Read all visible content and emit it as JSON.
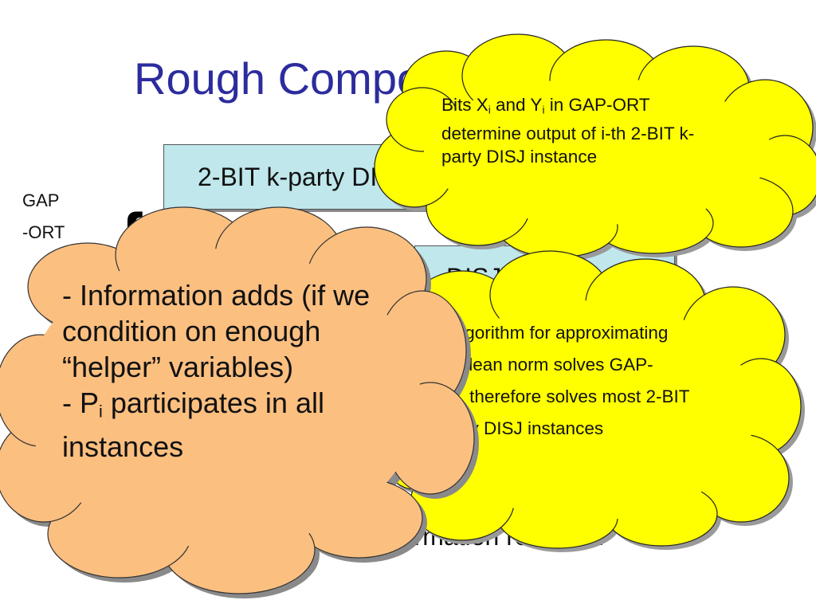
{
  "slide": {
    "title": "Rough Composition",
    "box1": "2-BIT k-party DISJ",
    "box2": "DISJ instance",
    "gap_line1": "GAP",
    "gap_line2": "-ORT",
    "dash": "-",
    "bottom": "information revealed",
    "cloud1": {
      "part1": "Bits X",
      "sub1": "i",
      "part2": " and Y",
      "sub2": "i",
      "part3": " in GAP-ORT determine output of i-th 2-BIT k-party DISJ instance"
    },
    "cloud2": "An algorithm for approximating Euclidean norm solves GAP-ORT, therefore solves most 2-BIT k-party DISJ instances",
    "cloud3": {
      "line1": "- Information adds (if we condition on enough “helper” variables)",
      "line2a": "- P",
      "line2sub": "i",
      "line2b": " participates in all instances"
    }
  },
  "colors": {
    "title": "#2c2c9e",
    "box_fill": "#bfe7ec",
    "cloud_yellow": "#ffff00",
    "cloud_orange": "#fbbf80"
  }
}
